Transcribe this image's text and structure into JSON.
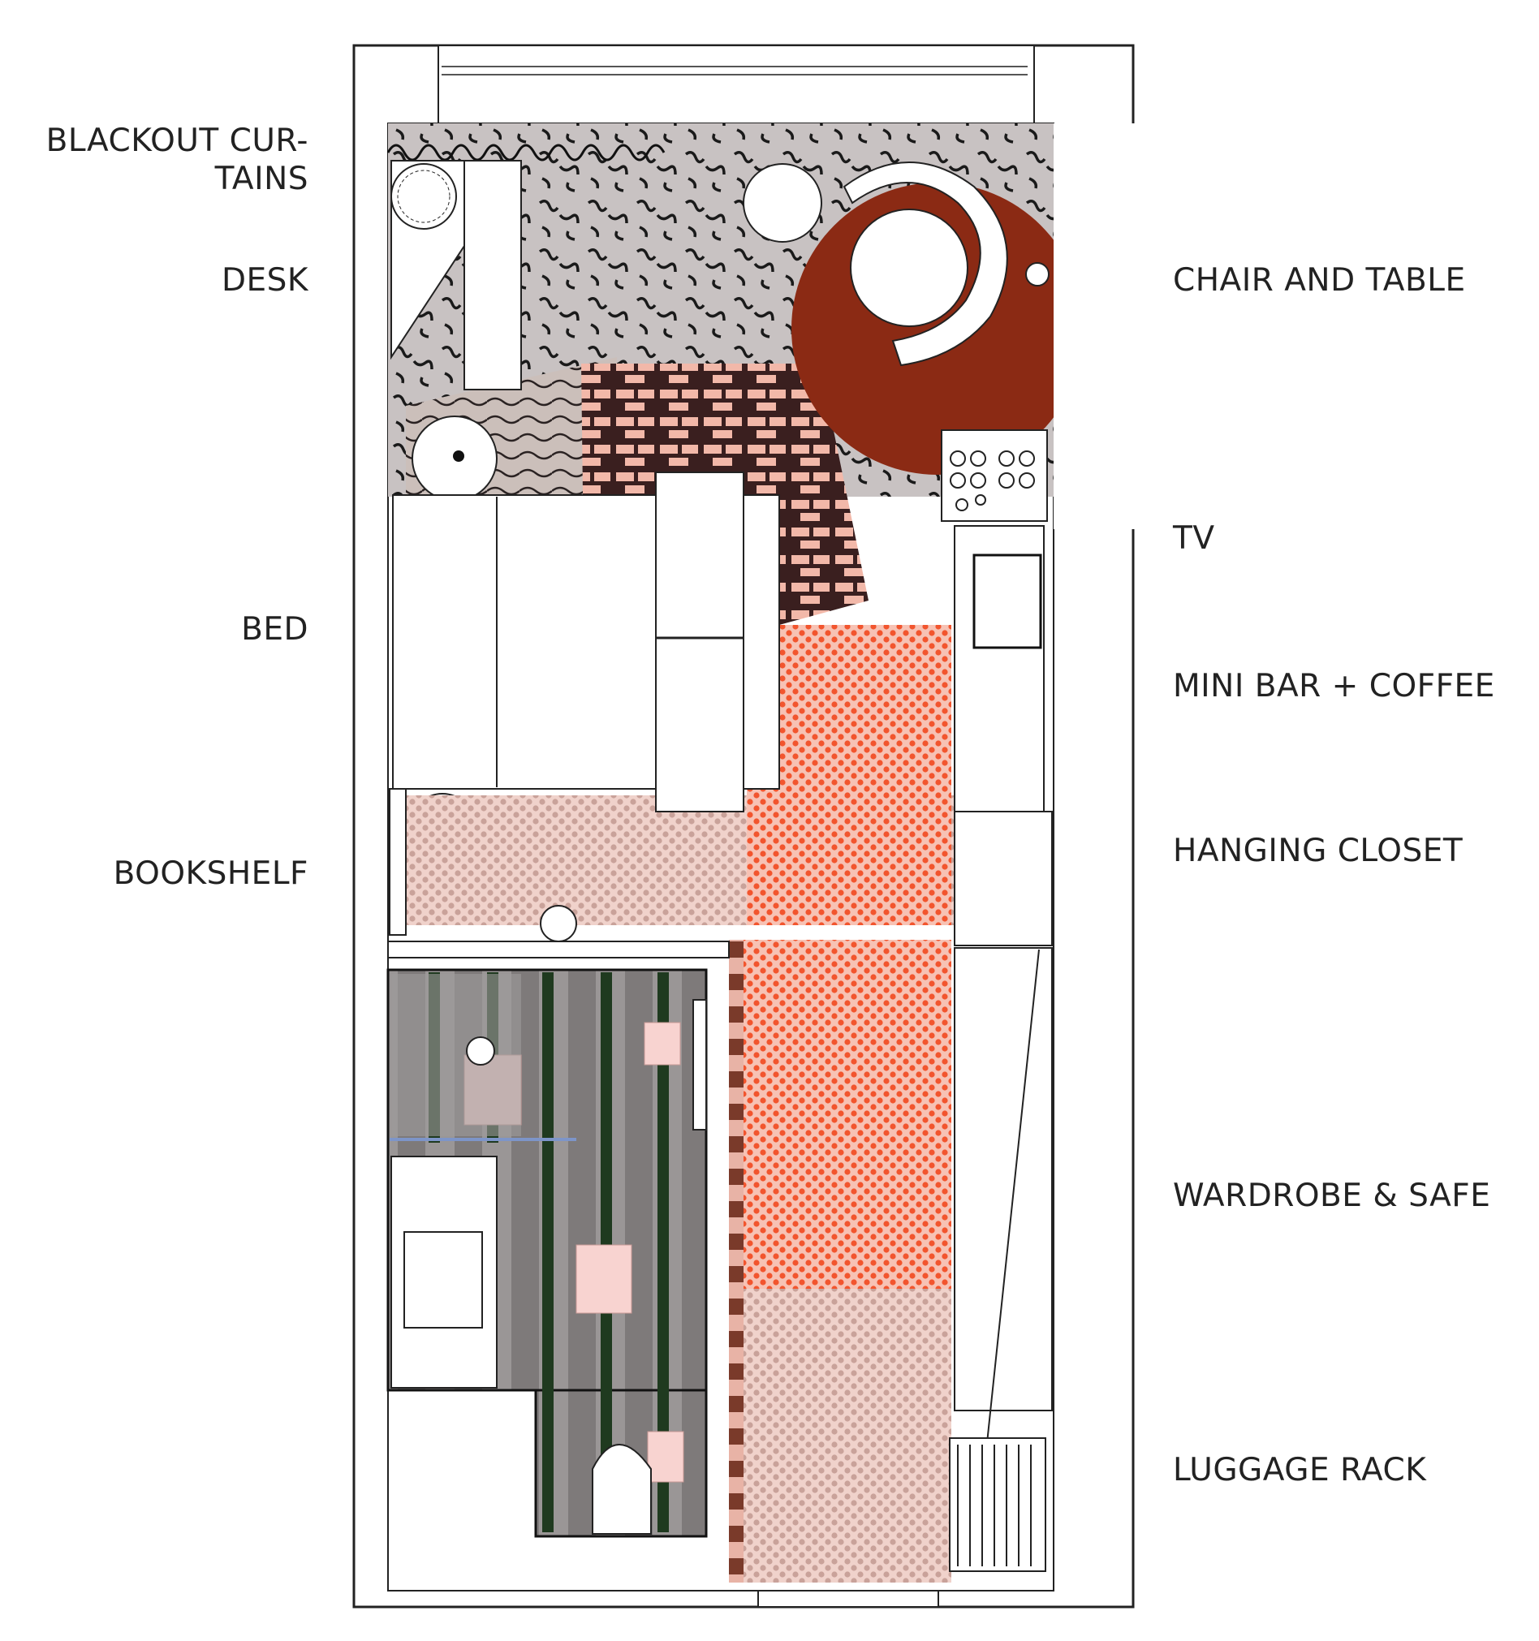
{
  "labels": {
    "left": {
      "blackout_line1": "BLACKOUT CUR-",
      "blackout_line2": "TAINS",
      "desk": "DESK",
      "bed": "BED",
      "bookshelf": "BOOKSHELF"
    },
    "right": {
      "chair_table": "CHAIR AND TABLE",
      "tv": "TV",
      "minibar": "MINI BAR + COFFEE",
      "closet": "HANGING CLOSET",
      "wardrobe": "WARDROBE & SAFE",
      "luggage": "LUGGAGE RACK"
    }
  },
  "colors": {
    "wall": "#222222",
    "rug_red": "#8b2a14",
    "brick_pink": "#f2b8a9",
    "brick_dark": "#3a1f1f",
    "squiggle_bg": "#c8c2c2",
    "carpet_orange": "#f26a45",
    "carpet_pink": "#f4c9bd",
    "bath_grey": "#8d8989",
    "bath_green": "#1f3a1f",
    "tile_pink": "#f8d3d0",
    "runner_brown": "#7a3a2a"
  }
}
